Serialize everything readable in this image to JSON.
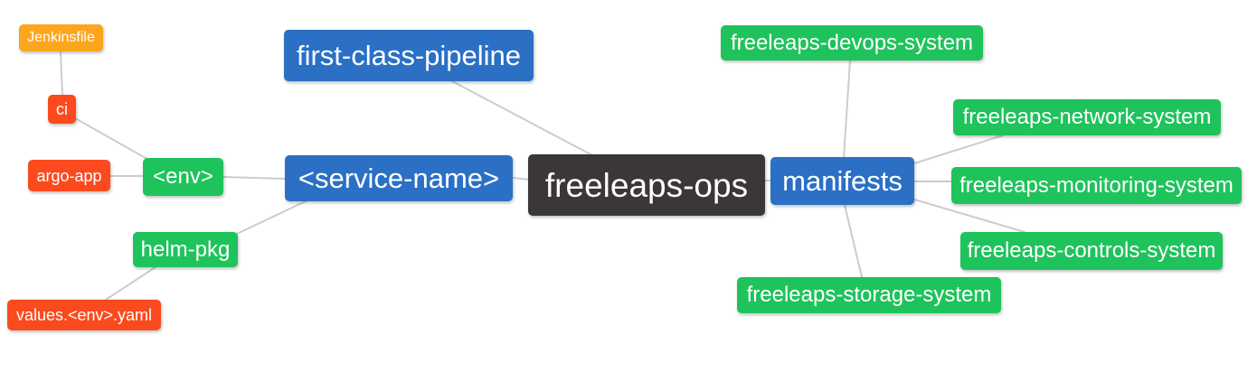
{
  "palette": {
    "node-blue": "#2b70c5",
    "node-green": "#1fc35c",
    "node-orange": "#fca61f",
    "node-red": "#fb4a1d",
    "node-dark": "#3b3737",
    "edge-gray": "#cccccc",
    "text-white": "#ffffff",
    "canvas-bg": "#ffffff"
  },
  "nodes": {
    "jenkinsfile": {
      "label": "Jenkinsfile",
      "color": "orange"
    },
    "ci": {
      "label": "ci",
      "color": "red"
    },
    "argo_app": {
      "label": "argo-app",
      "color": "red"
    },
    "env": {
      "label": "<env>",
      "color": "green"
    },
    "helm_pkg": {
      "label": "helm-pkg",
      "color": "green"
    },
    "values_env_yaml": {
      "label": "values.<env>.yaml",
      "color": "red"
    },
    "first_class_pipeline": {
      "label": "first-class-pipeline",
      "color": "blue"
    },
    "service_name": {
      "label": "<service-name>",
      "color": "blue"
    },
    "freeleaps_ops": {
      "label": "freeleaps-ops",
      "color": "dark"
    },
    "manifests": {
      "label": "manifests",
      "color": "blue"
    },
    "devops_system": {
      "label": "freeleaps-devops-system",
      "color": "green"
    },
    "network_system": {
      "label": "freeleaps-network-system",
      "color": "green"
    },
    "monitoring_system": {
      "label": "freeleaps-monitoring-system",
      "color": "green"
    },
    "controls_system": {
      "label": "freeleaps-controls-system",
      "color": "green"
    },
    "storage_system": {
      "label": "freeleaps-storage-system",
      "color": "green"
    }
  }
}
